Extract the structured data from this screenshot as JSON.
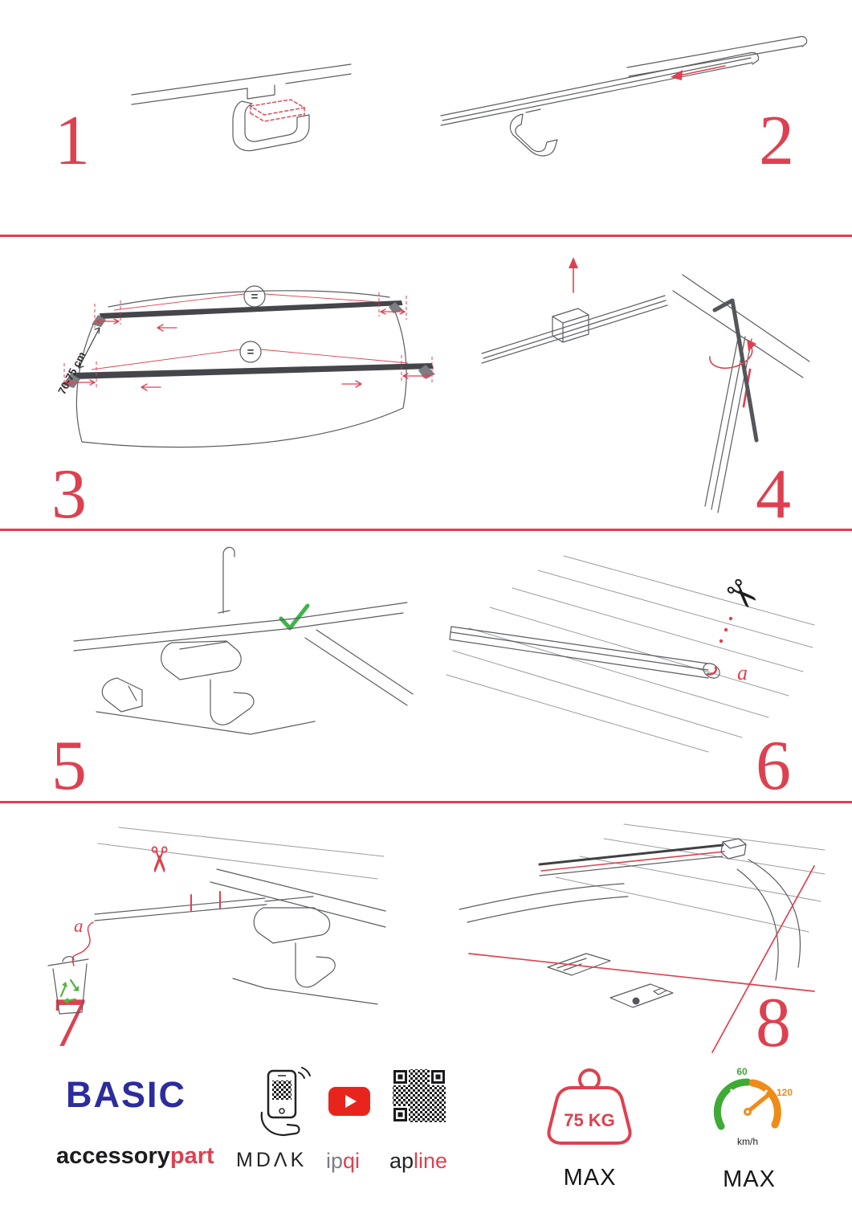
{
  "colors": {
    "accent_red": "#dd4150",
    "brand_blue": "#2c2c9f",
    "check_green": "#3db54a",
    "recycle_green": "#54b43c",
    "youtube_red": "#e8251c",
    "gauge_green": "#3faa35",
    "gauge_orange": "#ef8b17",
    "drawing_gray": "#5a5c5f"
  },
  "steps": [
    {
      "number": "1"
    },
    {
      "number": "2"
    },
    {
      "number": "3"
    },
    {
      "number": "4"
    },
    {
      "number": "5"
    },
    {
      "number": "6"
    },
    {
      "number": "7"
    },
    {
      "number": "8"
    }
  ],
  "step3": {
    "equals": "=",
    "dimension": "70-75 cm"
  },
  "step6": {
    "label": "a"
  },
  "step7": {
    "label": "a"
  },
  "footer": {
    "brand": "BASIC",
    "brand_sub": {
      "black": "accessory",
      "red": "part"
    },
    "partner_mdak": "MDΛK",
    "partner_ipqi": {
      "gray": "ip",
      "red": "qi"
    },
    "partner_apline": {
      "black": "ap",
      "red": "line"
    },
    "weight": {
      "value": "75 KG",
      "max": "MAX"
    },
    "speed": {
      "low": "60",
      "high": "120",
      "unit": "km/h",
      "max": "MAX"
    }
  }
}
